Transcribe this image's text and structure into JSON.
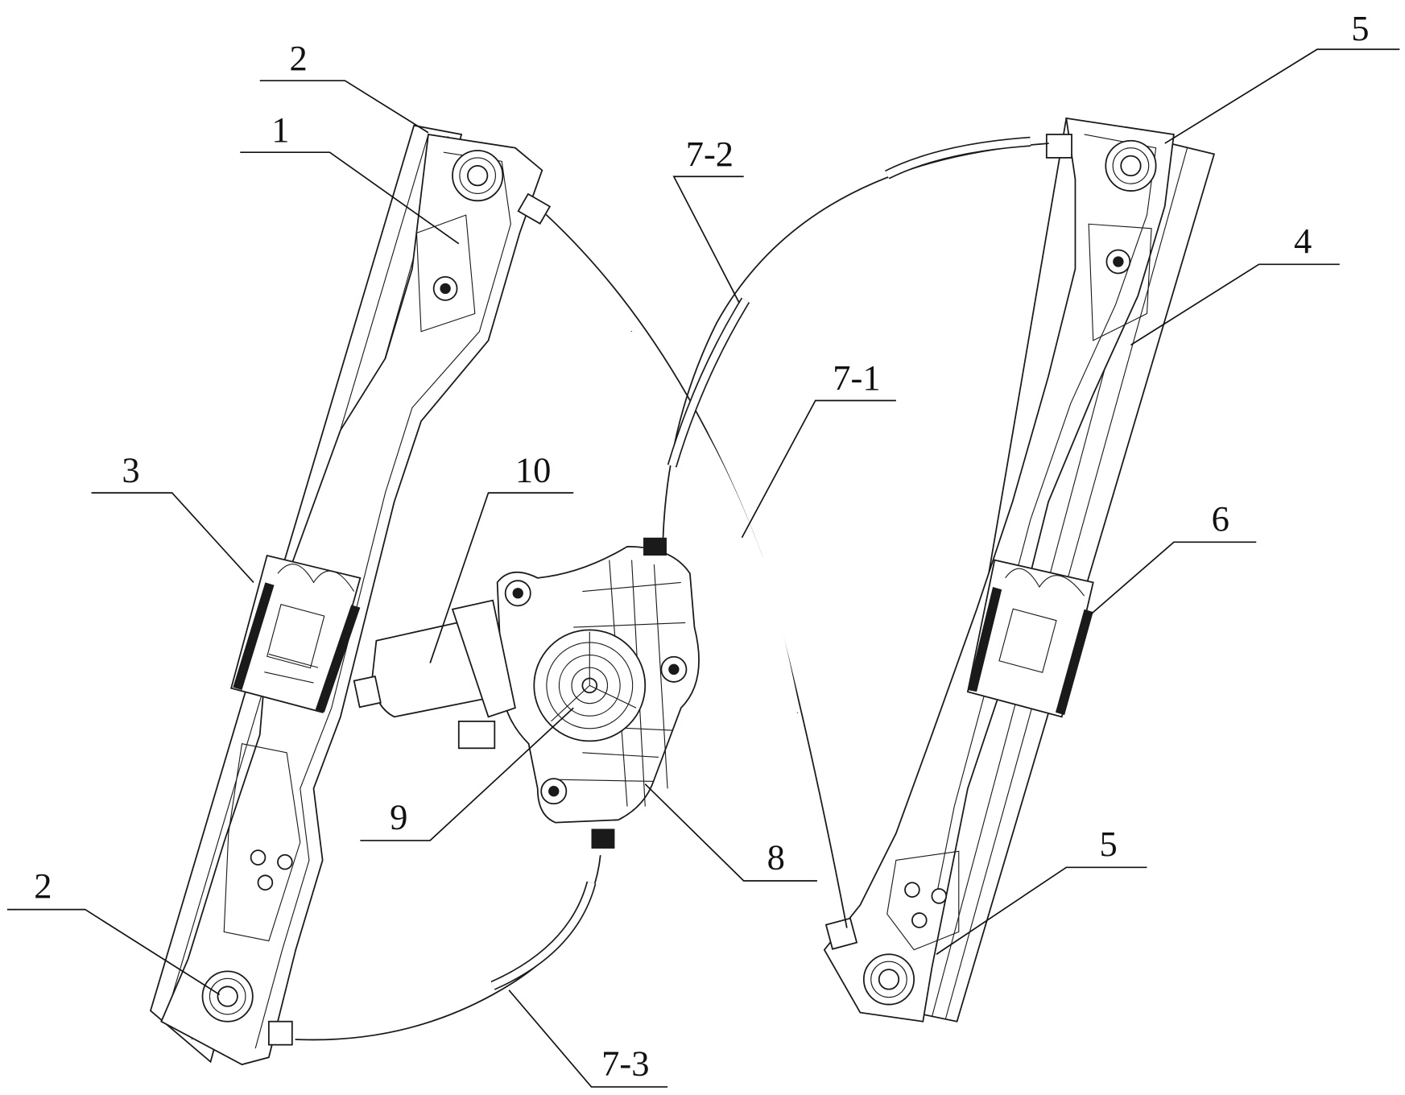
{
  "figure": {
    "labels": {
      "glass_lifter_rail_1": "1",
      "pulley_top_left": "2",
      "pulley_bottom_left": "2",
      "slider_left": "3",
      "glass_lifter_rail_2": "4",
      "pulley_top_right": "5",
      "pulley_bottom_right": "5",
      "slider_right": "6",
      "cable_7_1": "7-1",
      "cable_7_2": "7-2",
      "cable_7_3": "7-3",
      "drum_housing": "8",
      "drum": "9",
      "motor": "10"
    }
  }
}
